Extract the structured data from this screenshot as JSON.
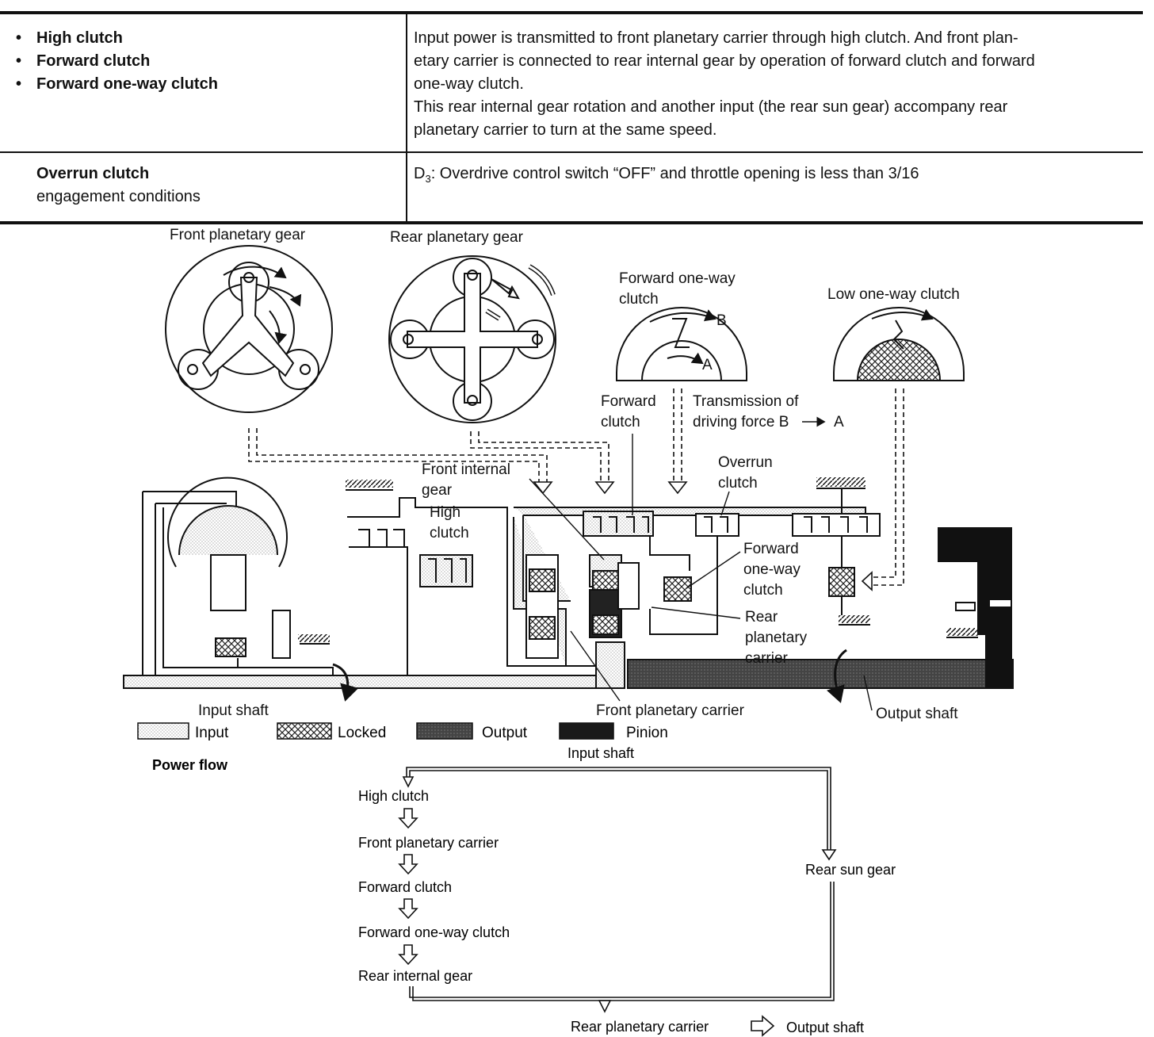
{
  "table": {
    "row1": {
      "items": [
        "High clutch",
        "Forward clutch",
        "Forward one-way clutch"
      ],
      "description": [
        "Input power is transmitted to front planetary carrier through high clutch. And front plan-",
        "etary carrier is connected to rear internal gear by operation of forward clutch and forward",
        "one-way clutch.",
        "This rear internal gear rotation and another input (the rear sun gear) accompany rear",
        "planetary carrier to turn at the same speed."
      ]
    },
    "row2": {
      "title": "Overrun clutch",
      "subtitle": "engagement conditions",
      "condition_prefix": "D",
      "condition_sub": "3",
      "condition_rest": ": Overdrive control switch “OFF” and throttle opening is less than 3/16"
    }
  },
  "diagram": {
    "labels": {
      "front_planetary_gear": "Front planetary gear",
      "rear_planetary_gear": "Rear planetary gear",
      "forward_owc_1": "Forward one-way",
      "forward_owc_2": "clutch",
      "low_owc": "Low one-way clutch",
      "b": "B",
      "a": "A",
      "forward_clutch_1": "Forward",
      "forward_clutch_2": "clutch",
      "transmission_1": "Transmission of",
      "transmission_2": "driving force B",
      "transmission_3": "A",
      "front_internal_1": "Front internal",
      "front_internal_2": "gear",
      "overrun_1": "Overrun",
      "overrun_2": "clutch",
      "high_clutch_1": "High",
      "high_clutch_2": "clutch",
      "fowc_1": "Forward",
      "fowc_2": "one-way",
      "fowc_3": "clutch",
      "rear_pc_1": "Rear",
      "rear_pc_2": "planetary",
      "rear_pc_3": "carrier",
      "input_shaft": "Input shaft",
      "front_planetary_carrier": "Front planetary carrier",
      "output_shaft": "Output shaft"
    },
    "legend": {
      "input": "Input",
      "locked": "Locked",
      "output": "Output",
      "pinion": "Pinion"
    }
  },
  "power_flow": {
    "title": "Power flow",
    "top": "Input shaft",
    "steps": [
      "High clutch",
      "Front planetary carrier",
      "Forward clutch",
      "Forward one-way clutch",
      "Rear internal gear"
    ],
    "side": "Rear sun gear",
    "bottom_left": "Rear planetary carrier",
    "bottom_right": "Output shaft"
  }
}
